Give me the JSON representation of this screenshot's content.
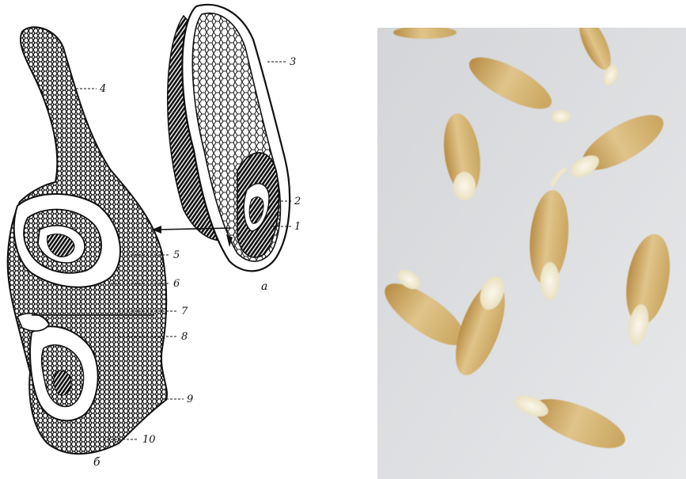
{
  "left_figure": {
    "labels": {
      "l1": "1",
      "l2": "2",
      "l3": "3",
      "l4": "4",
      "l5": "5",
      "l6": "6",
      "l7": "7",
      "l8": "8",
      "l9": "9",
      "l10": "10",
      "panel_a": "a",
      "panel_b": "б"
    }
  },
  "colors": {
    "ink": "#111111",
    "paper": "#ffffff",
    "photo_background": "#dcdddf",
    "grain": "#d7b777",
    "sprout": "#f1ecd6"
  },
  "photo": {
    "subject": "germinating grains"
  }
}
